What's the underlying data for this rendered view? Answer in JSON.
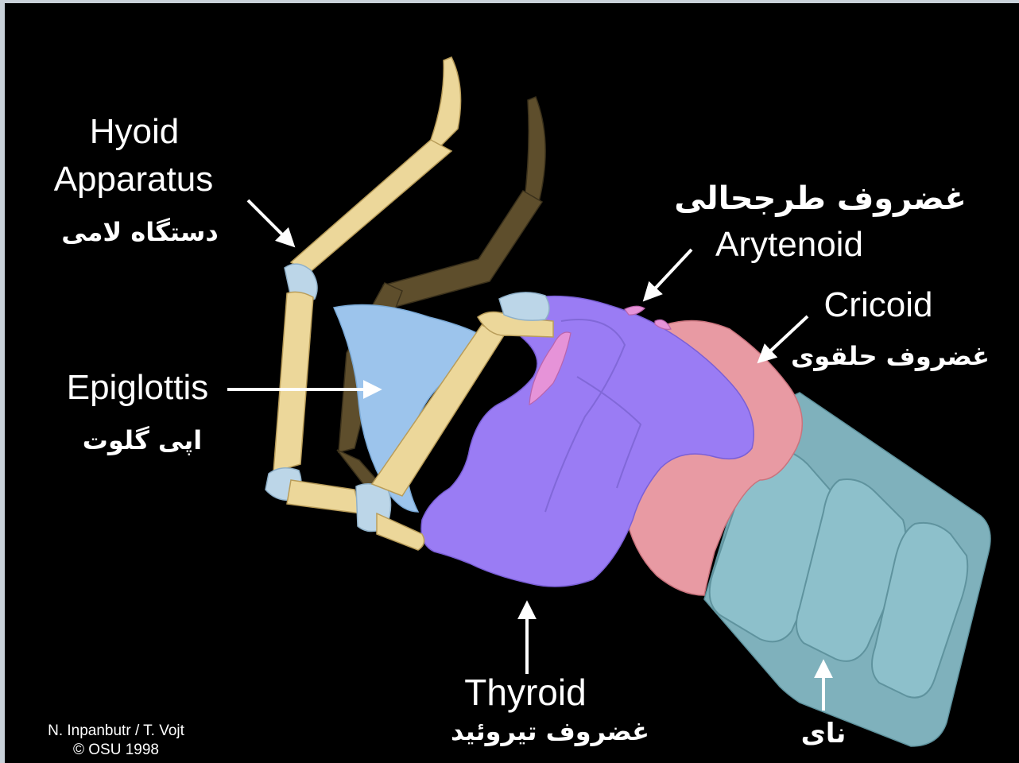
{
  "labels": {
    "hyoid": {
      "line1": "Hyoid",
      "line2": "Apparatus",
      "persian": "دستگاه لامی"
    },
    "epiglottis": {
      "english": "Epiglottis",
      "persian": "اپی گلوت"
    },
    "arytenoid": {
      "english": "Arytenoid",
      "persian": "غضروف طرجحالی"
    },
    "cricoid": {
      "english": "Cricoid",
      "persian": "غضروف حلقوی"
    },
    "thyroid": {
      "english": "Thyroid",
      "persian": "غضروف تیروئید"
    },
    "trachea": {
      "persian": "نای"
    }
  },
  "credit": {
    "line1": "N. Inpanbutr / T. Vojt",
    "line2": "© OSU 1998"
  },
  "colors": {
    "background": "#000000",
    "hyoid": "#ecd79a",
    "hyoid_far": "#5e4e2c",
    "joint": "#bcd6e8",
    "epiglottis": "#9cc4ec",
    "thyroid": "#9a7cf4",
    "cricoid": "#e89aa3",
    "trachea": "#7fb1bc",
    "arytenoid": "#e693d8",
    "text": "#ffffff"
  }
}
